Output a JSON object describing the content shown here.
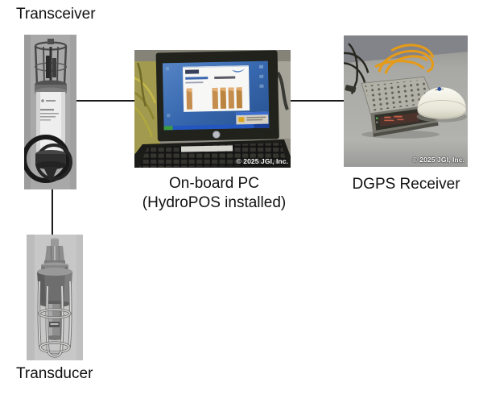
{
  "nodes": {
    "transceiver": {
      "label": "Transceiver"
    },
    "onboard_pc": {
      "label": "On-board PC",
      "sublabel": "(HydroPOS installed)",
      "photo_watermark": "© 2025 JGI, Inc."
    },
    "dgps_receiver": {
      "label": "DGPS Receiver",
      "photo_watermark": "© 2025 JGI, Inc."
    },
    "transducer": {
      "label": "Transducer"
    }
  },
  "connections": [
    {
      "from": "transceiver",
      "to": "onboard_pc",
      "orientation": "horizontal"
    },
    {
      "from": "onboard_pc",
      "to": "dgps_receiver",
      "orientation": "horizontal"
    },
    {
      "from": "transceiver",
      "to": "transducer",
      "orientation": "vertical"
    }
  ],
  "colors": {
    "background": "#ffffff",
    "connector_line": "#1a1a1a",
    "label_text": "#111111",
    "watermark_text": "#ffffff",
    "laptop_screen_blue": "#3767ae",
    "antenna_cable_orange": "#e59b18"
  }
}
